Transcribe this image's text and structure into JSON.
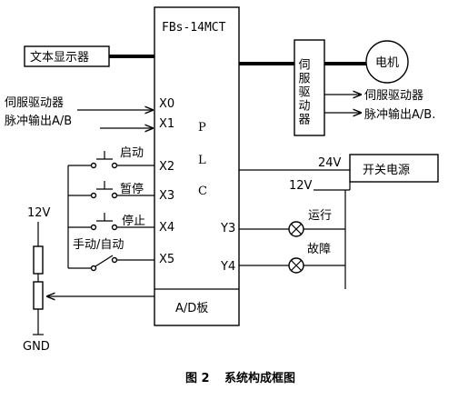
{
  "plc": {
    "title": "FBs-14MCT",
    "letters": [
      "P",
      "L",
      "C"
    ],
    "inputs": [
      "X0",
      "X1",
      "X2",
      "X3",
      "X4",
      "X5"
    ],
    "outputs": [
      "Y3",
      "Y4"
    ],
    "ad_board": "A/D板"
  },
  "text_display": "文本显示器",
  "servo_driver": "伺服驱动器",
  "motor": "电机",
  "left_inputs": {
    "servo_driver": "伺服驱动器",
    "pulse_output": "脉冲输出A/B"
  },
  "right_outputs": {
    "servo_driver": "伺服驱动器",
    "pulse_output": "脉冲输出A/B."
  },
  "switches": {
    "start": "启动",
    "pause": "暂停",
    "stop": "停止",
    "manual_auto": "手动/自动"
  },
  "power": {
    "label": "开关电源",
    "v24": "24V",
    "v12": "12V"
  },
  "lamps": {
    "run": "运行",
    "fault": "故障"
  },
  "pot": {
    "supply": "12V",
    "ground": "GND"
  },
  "caption": {
    "number": "图 2",
    "text": "系统构成框图"
  }
}
